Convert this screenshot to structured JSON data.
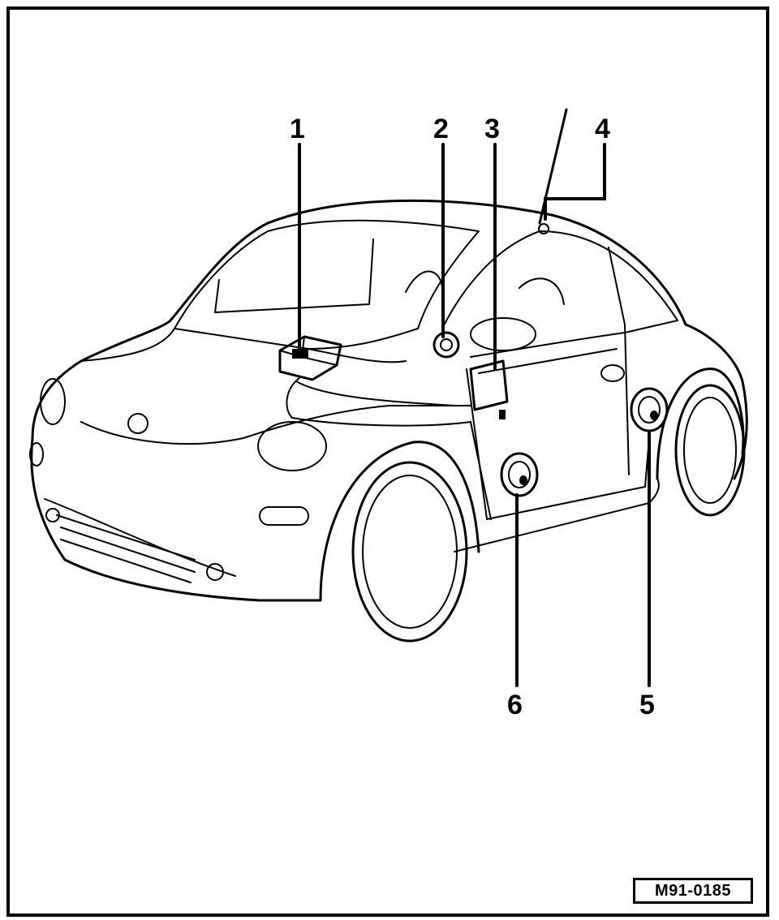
{
  "figure": {
    "reference_code": "M91-0185",
    "callouts": [
      {
        "id": "1",
        "label": "1"
      },
      {
        "id": "2",
        "label": "2"
      },
      {
        "id": "3",
        "label": "3"
      },
      {
        "id": "4",
        "label": "4"
      },
      {
        "id": "5",
        "label": "5"
      },
      {
        "id": "6",
        "label": "6"
      }
    ]
  }
}
